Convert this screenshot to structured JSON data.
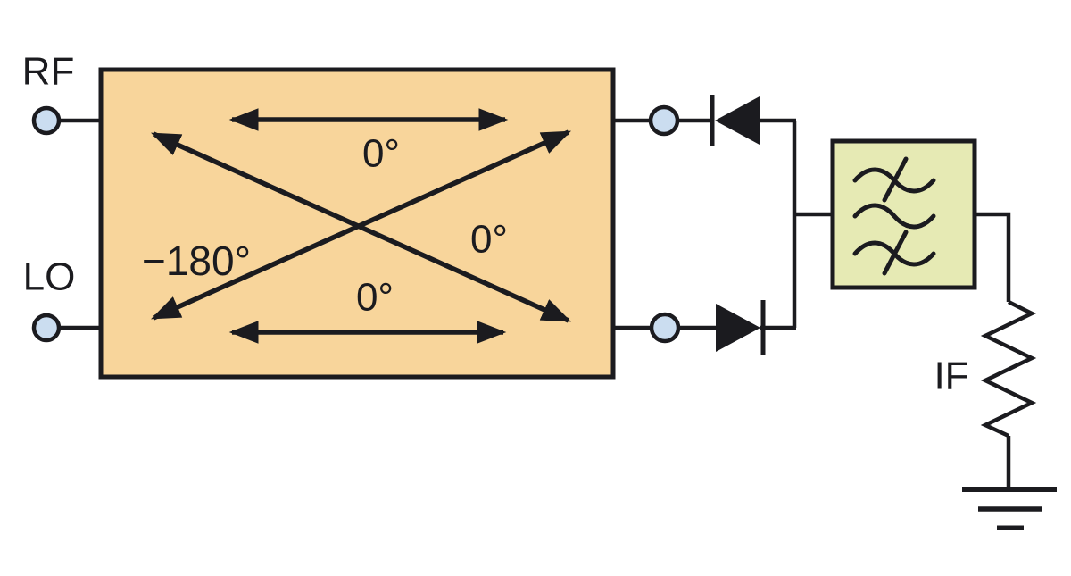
{
  "labels": {
    "rf": "RF",
    "lo": "LO",
    "if": "IF",
    "phase_minus180": "−180°",
    "phase_top": "0°",
    "phase_right": "0°",
    "phase_bottom": "0°"
  },
  "colors": {
    "ink": "#1b1b1f",
    "balun_fill": "#f8d59b",
    "filter_fill": "#e6eab4",
    "terminal_fill": "#cbddf0",
    "background": "#ffffff"
  }
}
